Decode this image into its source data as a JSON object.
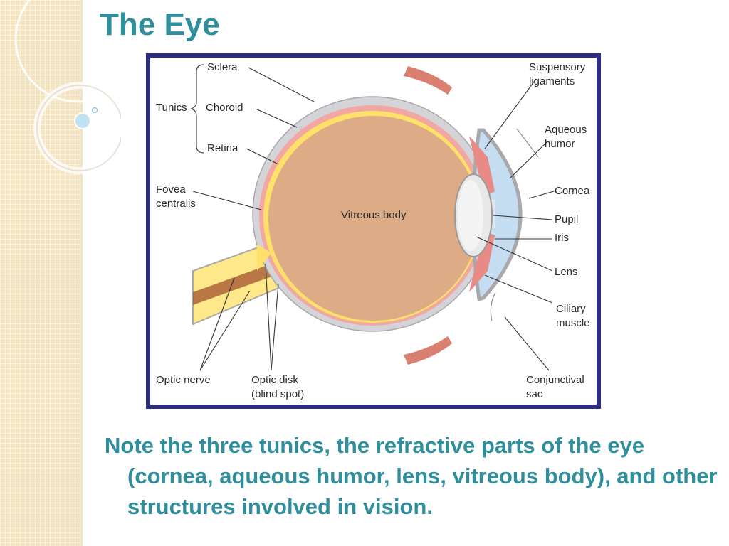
{
  "slide": {
    "title": "The Eye",
    "caption": "Note the three tunics, the refractive parts of the eye (cornea, aqueous humor, lens, vitreous body), and other structures involved in vision."
  },
  "diagram": {
    "tunics": "Tunics",
    "sclera": "Sclera",
    "choroid": "Choroid",
    "retina": "Retina",
    "fovea_1": "Fovea",
    "fovea_2": "centralis",
    "vitreous": "Vitreous body",
    "suspensory_1": "Suspensory",
    "suspensory_2": "ligaments",
    "aqueous_1": "Aqueous",
    "aqueous_2": "humor",
    "cornea": "Cornea",
    "pupil": "Pupil",
    "iris": "Iris",
    "lens": "Lens",
    "ciliary_1": "Ciliary",
    "ciliary_2": "muscle",
    "optic_nerve": "Optic nerve",
    "optic_disk_1": "Optic disk",
    "optic_disk_2": "(blind spot)",
    "conjunctival_1": "Conjunctival",
    "conjunctival_2": "sac"
  },
  "colors": {
    "title": "#2f8f9c",
    "frame": "#2c2e85",
    "sidebar": "#f4e4bf"
  }
}
